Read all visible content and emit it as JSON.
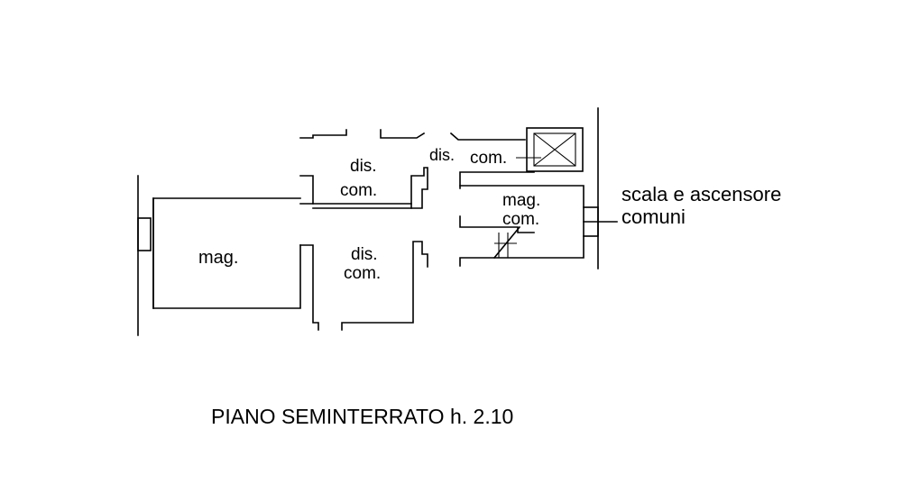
{
  "rooms": {
    "mag_left": "mag.",
    "dis_com_upper": {
      "line1": "dis.",
      "line2": "com."
    },
    "dis_com_lower": {
      "line1": "dis.",
      "line2": "com."
    },
    "dis_com_top_right": {
      "line1": "dis.",
      "line2": "com."
    },
    "mag_com_right": {
      "line1": "mag.",
      "line2": "com."
    }
  },
  "annotation": {
    "line1": "scala e ascensore",
    "line2": "comuni"
  },
  "caption": "PIANO SEMINTERRATO h. 2.10"
}
